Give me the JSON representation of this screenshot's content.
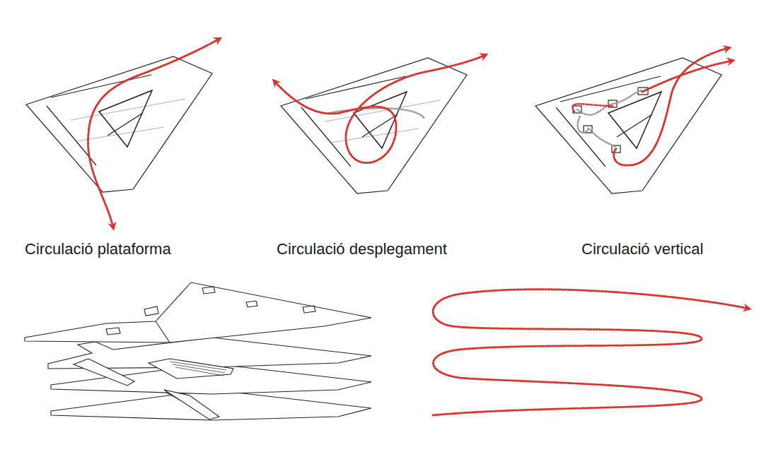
{
  "diagram": {
    "labels": [
      "Circulació plataforma",
      "Circulació desplegament",
      "Circulació vertical"
    ]
  }
}
